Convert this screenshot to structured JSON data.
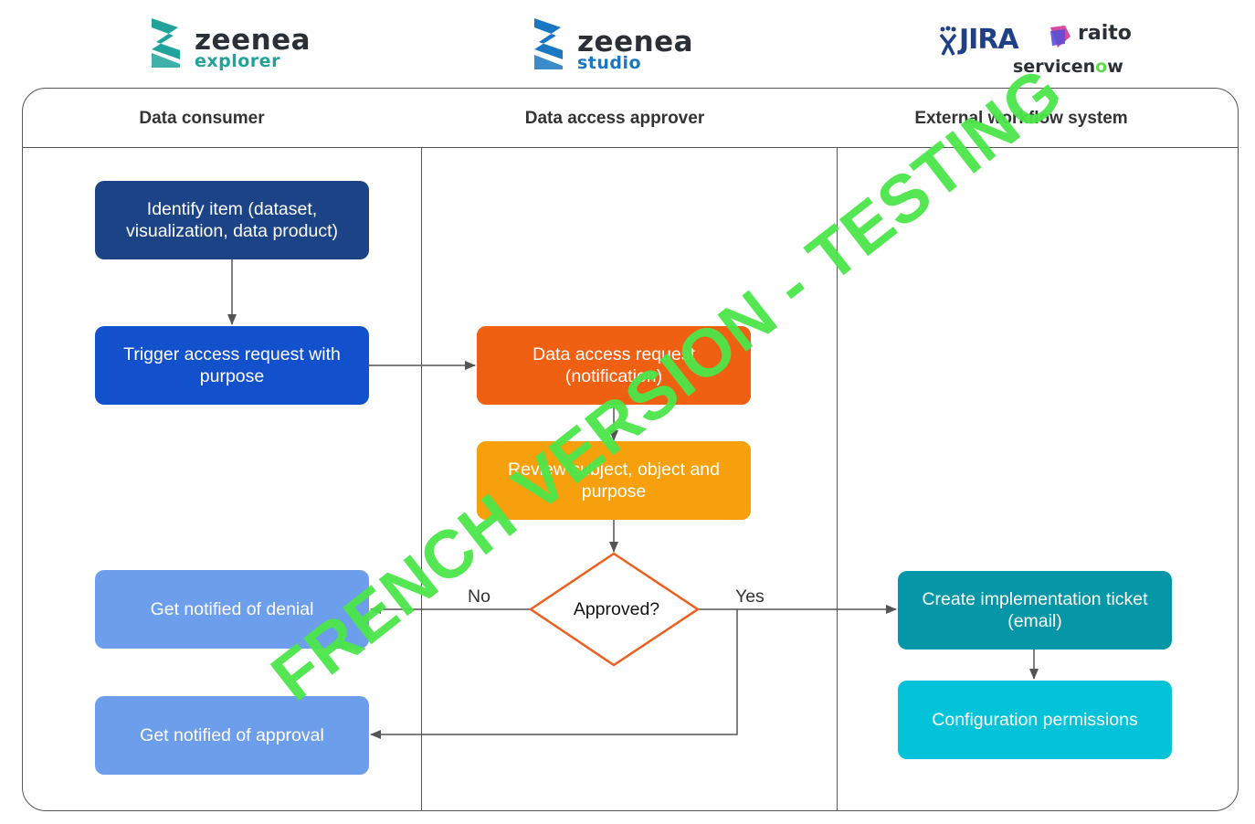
{
  "logos": {
    "explorer": {
      "name": "zeenea",
      "sub": "explorer"
    },
    "studio": {
      "name": "zeenea",
      "sub": "studio"
    },
    "jira": {
      "name": "JIRA"
    },
    "raito": {
      "name": "raito"
    },
    "servicenow": {
      "pre": "servicen",
      "o": "o",
      "post": "w"
    }
  },
  "lanes": [
    "Data consumer",
    "Data access approver",
    "External workflow system"
  ],
  "nodes": {
    "identify": "Identify item (dataset, visualization, data product)",
    "trigger": "Trigger access request with purpose",
    "request": "Data access request (notification)",
    "review": "Review subject, object and purpose",
    "approved": "Approved?",
    "denial": "Get notified of denial",
    "approval": "Get notified of approval",
    "ticket": "Create implementation ticket (email)",
    "permissions": "Configuration permissions"
  },
  "edge_labels": {
    "no": "No",
    "yes": "Yes"
  },
  "watermark": "FRENCH VERSION - TESTING",
  "colors": {
    "navy": "#1b4386",
    "blue": "#1351cc",
    "orange": "#f06012",
    "amber": "#f5a00c",
    "lightblue": "#6d9eeb",
    "teal": "#0597a7",
    "cyan": "#04c3d9",
    "zeenea_teal": "#1fa39a",
    "zeenea_blue": "#1a77c2",
    "watermark": "#4ce64a"
  }
}
